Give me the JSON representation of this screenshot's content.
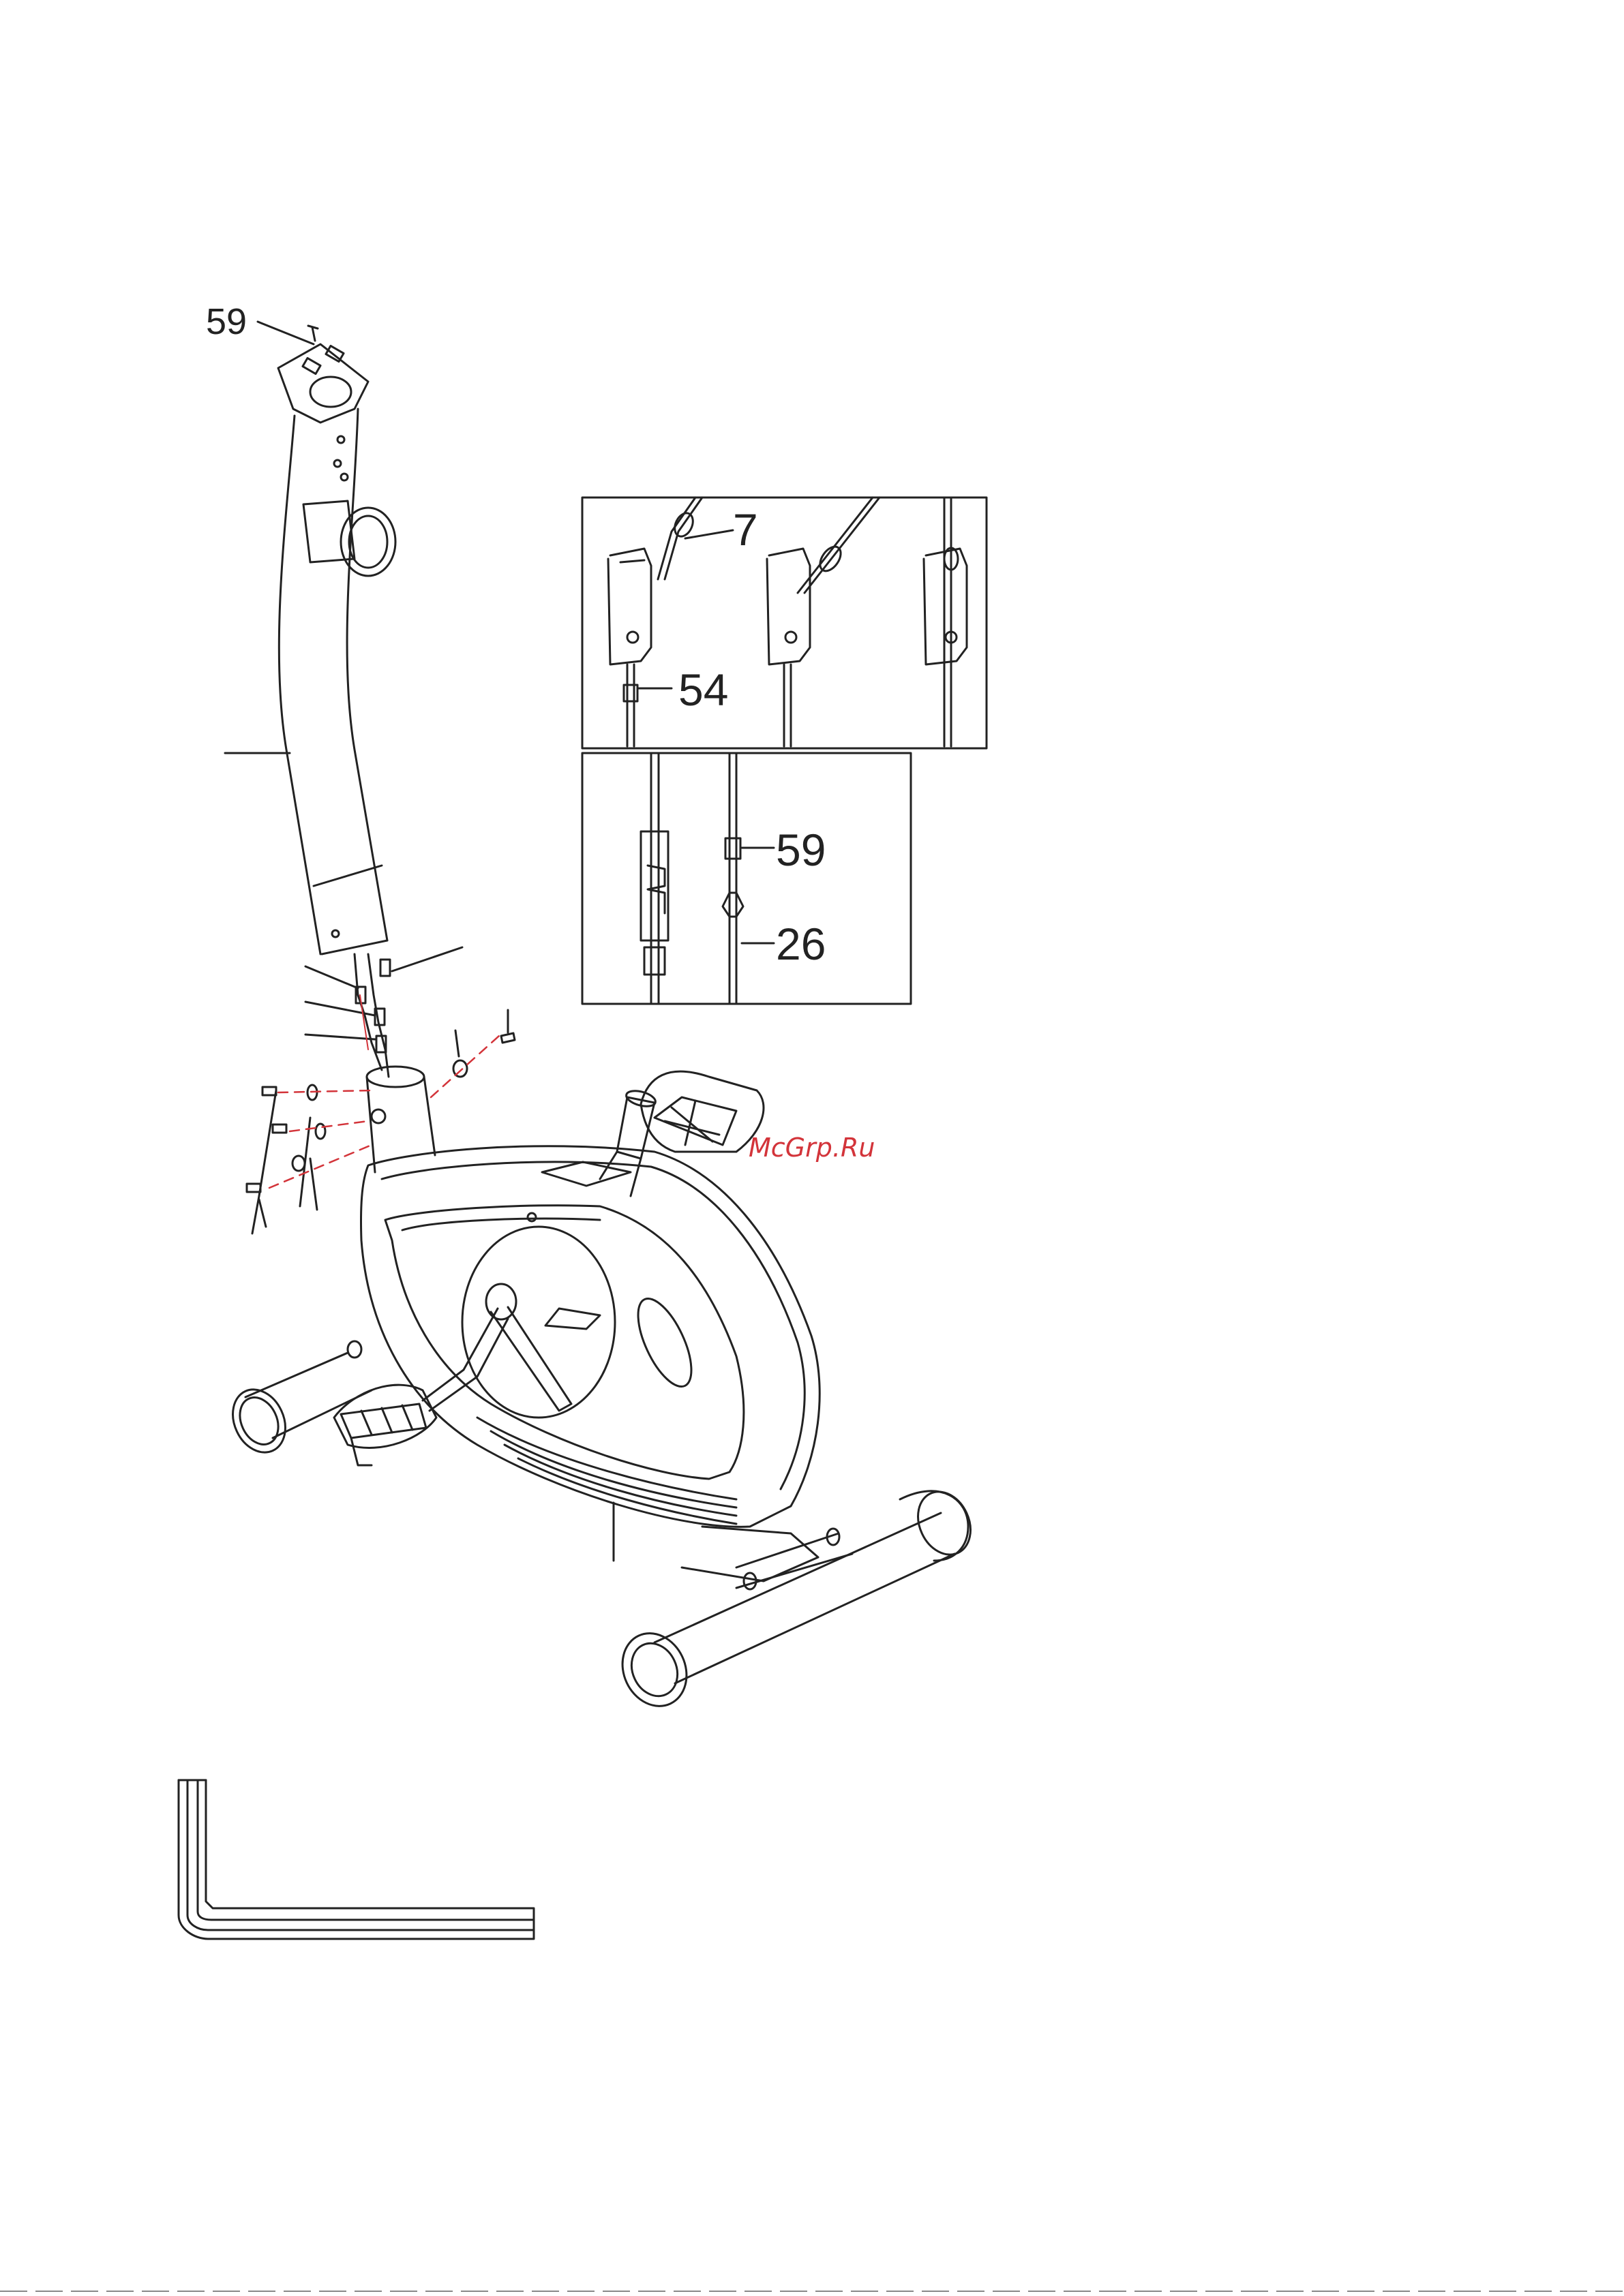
{
  "callouts": {
    "main_top": "59",
    "inset1_top": "7",
    "inset1_bottom": "54",
    "inset2_top": "59",
    "inset2_bottom": "26"
  },
  "watermark": "McGrp.Ru",
  "colors": {
    "line": "#222222",
    "wire_red": "#d3343a",
    "watermark": "#d3343a"
  }
}
